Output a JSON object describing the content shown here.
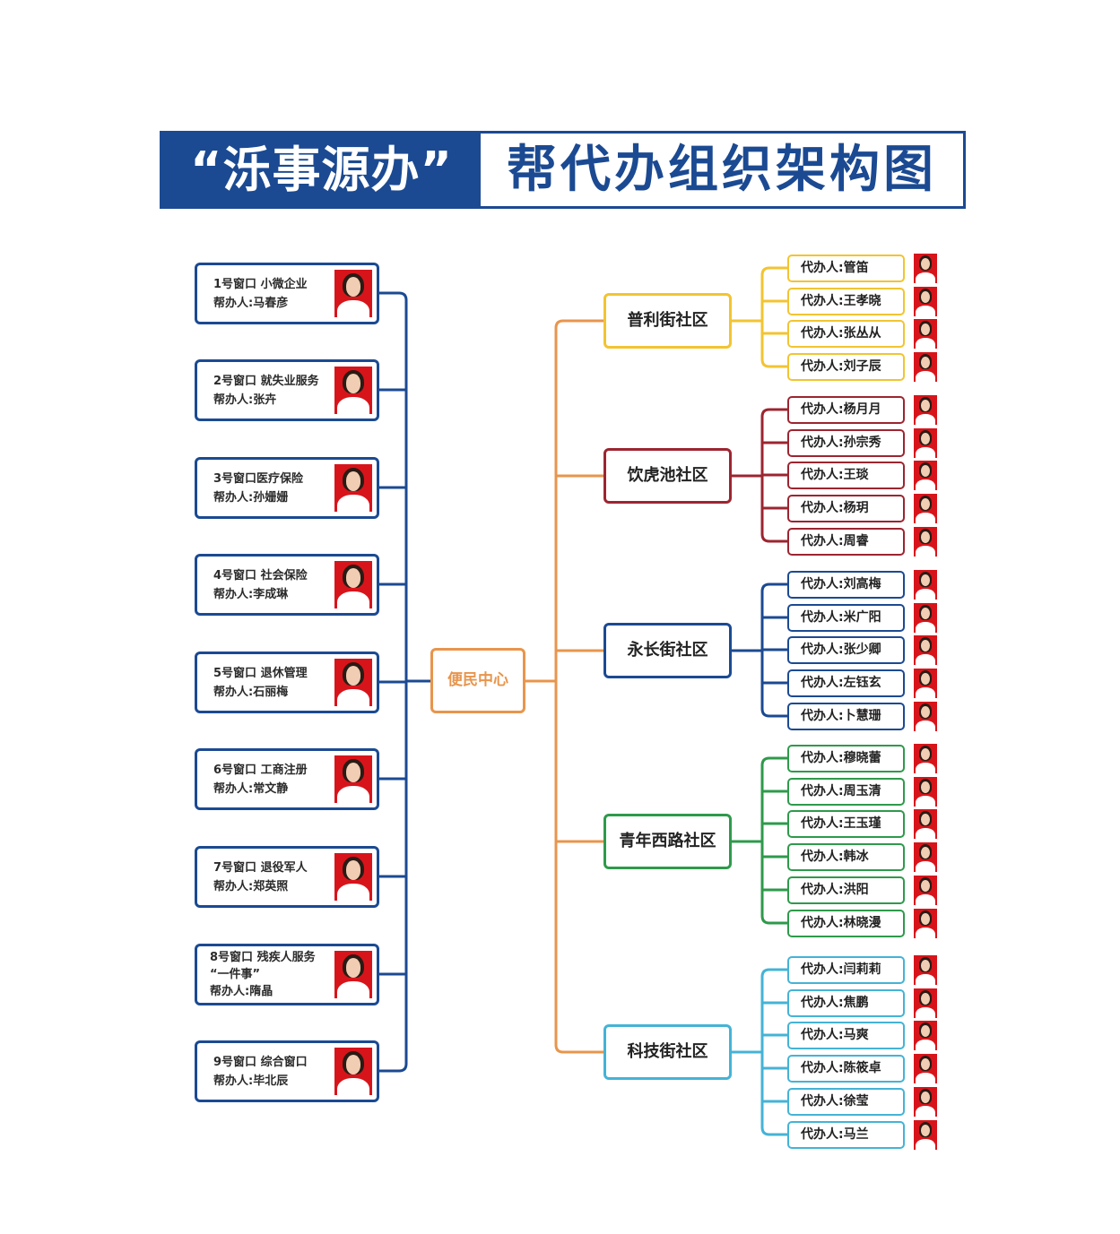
{
  "title": {
    "left": "“泺事源办”",
    "right": "帮代办组织架构图"
  },
  "colors": {
    "navy": "#1b4a92",
    "orange": "#e8954c",
    "yellow": "#f2c431",
    "maroon": "#9c2530",
    "green": "#2e9a4b",
    "cyan": "#44b3d6",
    "photo_bg": "#d8141b"
  },
  "center": {
    "label": "便民中心"
  },
  "windows": [
    {
      "lines": [
        "1号窗口 小微企业",
        "帮办人:马春彦"
      ]
    },
    {
      "lines": [
        "2号窗口 就失业服务",
        "帮办人:张卉"
      ]
    },
    {
      "lines": [
        "3号窗口医疗保险",
        "帮办人:孙姗姗"
      ]
    },
    {
      "lines": [
        "4号窗口 社会保险",
        "帮办人:李成琳"
      ]
    },
    {
      "lines": [
        "5号窗口 退休管理",
        "帮办人:石丽梅"
      ]
    },
    {
      "lines": [
        "6号窗口 工商注册",
        "帮办人:常文静"
      ]
    },
    {
      "lines": [
        "7号窗口 退役军人",
        "帮办人:郑英照"
      ]
    },
    {
      "lines": [
        "8号窗口 残疾人服务",
        "“一件事”",
        "帮办人:隋晶"
      ]
    },
    {
      "lines": [
        "9号窗口 综合窗口",
        "帮办人:毕北辰"
      ]
    }
  ],
  "communities": [
    {
      "name": "普利街社区",
      "color": "#f2c431",
      "agents": [
        "代办人:管笛",
        "代办人:王孝晓",
        "代办人:张丛从",
        "代办人:刘子辰"
      ]
    },
    {
      "name": "饮虎池社区",
      "color": "#9c2530",
      "agents": [
        "代办人:杨月月",
        "代办人:孙宗秀",
        "代办人:王琰",
        "代办人:杨玥",
        "代办人:周睿"
      ]
    },
    {
      "name": "永长街社区",
      "color": "#1b4a92",
      "agents": [
        "代办人:刘高梅",
        "代办人:米广阳",
        "代办人:张少卿",
        "代办人:左钰玄",
        "代办人:卜慧珊"
      ]
    },
    {
      "name": "青年西路社区",
      "color": "#2e9a4b",
      "agents": [
        "代办人:穆晓蕾",
        "代办人:周玉清",
        "代办人:王玉瑾",
        "代办人:韩冰",
        "代办人:洪阳",
        "代办人:林晓漫"
      ]
    },
    {
      "name": "科技街社区",
      "color": "#44b3d6",
      "agents": [
        "代办人:闫莉莉",
        "代办人:焦鹏",
        "代办人:马爽",
        "代办人:陈筱卓",
        "代办人:徐莹",
        "代办人:马兰"
      ]
    }
  ]
}
